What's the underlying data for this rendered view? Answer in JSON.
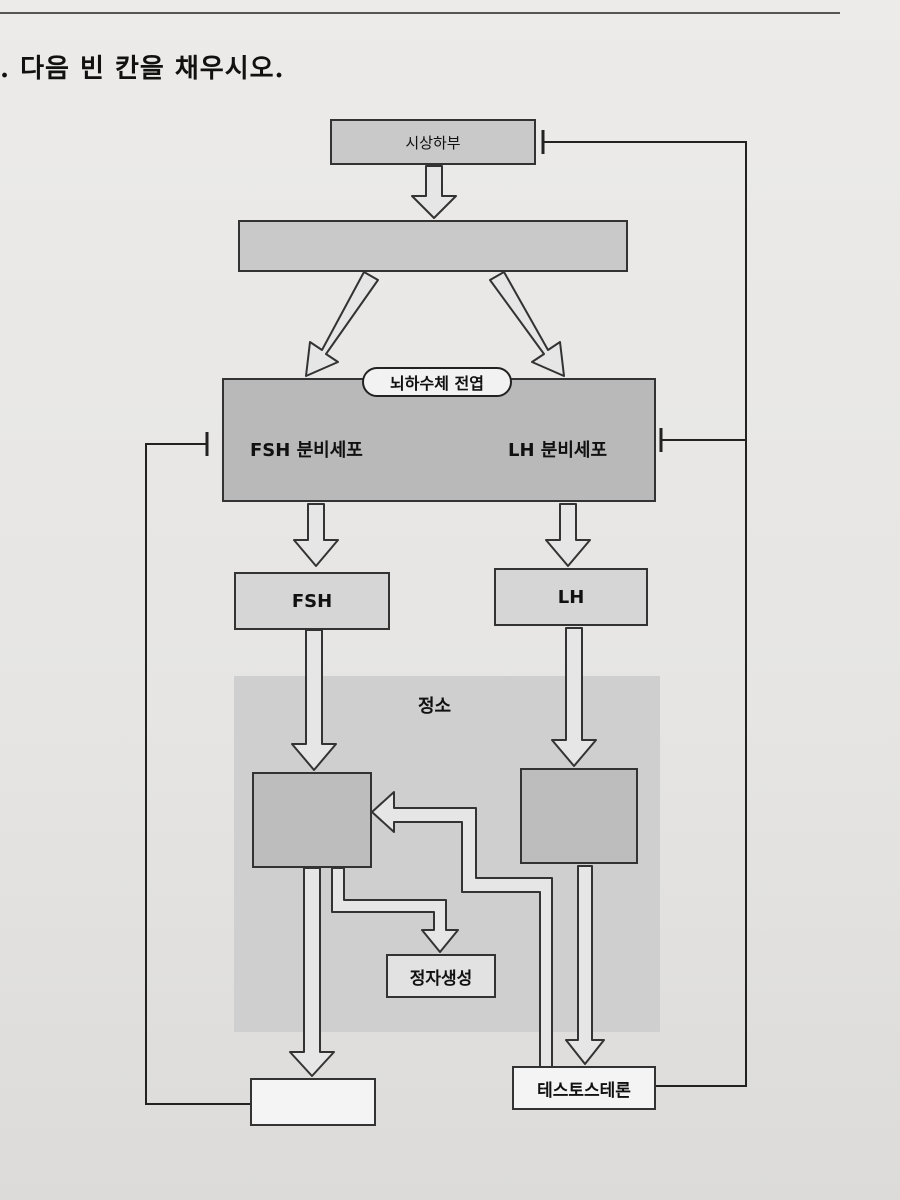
{
  "question": ". 다음 빈 칸을 채우시오.",
  "diagram": {
    "hypothalamus": "시상하부",
    "blank_releasing_hormone": "",
    "pituitary_label": "뇌하수체 전엽",
    "fsh_cell": "FSH 분비세포",
    "lh_cell": "LH 분비세포",
    "fsh": "FSH",
    "lh": "LH",
    "testis": "정소",
    "blank_sertoli": "",
    "blank_leydig": "",
    "spermatogenesis": "정자생성",
    "blank_inhibin": "",
    "testosterone": "테스토스테론"
  },
  "colors": {
    "box_fill": "#c9c9c9",
    "testis_fill": "#cfcfcf",
    "line": "#222222"
  }
}
